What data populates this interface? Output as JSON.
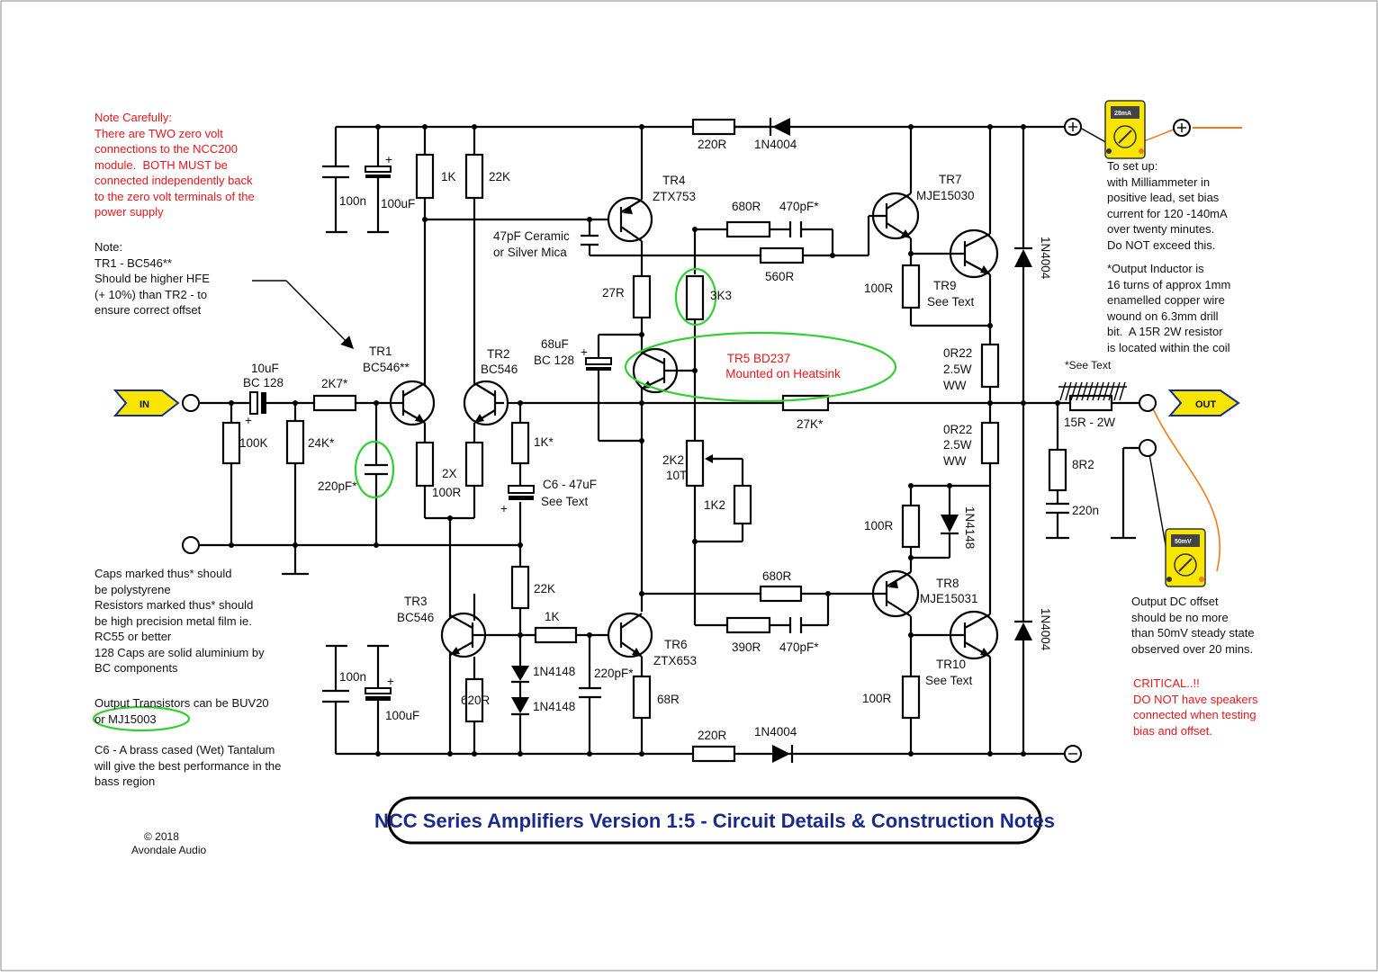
{
  "title": "NCC Series Amplifiers Version 1:5 - Circuit Details & Construction Notes",
  "copyright": {
    "line1": "© 2018",
    "line2": "Avondale Audio"
  },
  "notes": {
    "zero_volt": "Note Carefully:\nThere are TWO zero volt\nconnections to the NCC200\nmodule.  BOTH MUST be\nconnected independently back\nto the zero volt terminals of the\npower supply",
    "tr1": "Note:\nTR1 - BC546**\nShould be higher HFE\n(+ 10%) than TR2 - to\nensure correct offset",
    "caps": "Caps marked thus* should\nbe polystyrene\nResistors marked thus* should\nbe high precision metal film ie.\nRC55 or better\n128 Caps are solid aluminium by\nBC components",
    "output_transistors": "Output Transistors can be BUV20\nor MJ15003",
    "c6": "C6 - A brass cased (Wet) Tantalum\nwill give the best performance in the\nbass region",
    "setup": "To set up:\nwith Milliammeter in\npositive lead, set bias\ncurrent for 120 -140mA\nover twenty minutes.\nDo NOT exceed this.",
    "inductor": "*Output Inductor is\n16 turns of approx 1mm\nenamelled copper wire\nwound on 6.3mm drill\nbit.  A 15R 2W resistor\nis located within the coil",
    "offset": "Output DC offset\nshould be no more\nthan 50mV steady state\nobserved over 20 mins.",
    "critical": "CRITICAL..!!\nDO NOT have speakers\nconnected when testing\nbias and offset."
  },
  "io": {
    "in": "IN",
    "out": "OUT"
  },
  "meters": {
    "top": "28mA",
    "bottom": "50mV"
  },
  "labels": {
    "c100n_top": "100n",
    "c100uf_top": "100uF",
    "r1k": "1K",
    "r22k": "22K",
    "tr4": "TR4",
    "tr4_type": "ZTX753",
    "r220_top": "220R",
    "d_top": "1N4004",
    "cap47_l1": "47pF Ceramic",
    "cap47_l2": "or Silver Mica",
    "r680_top": "680R",
    "c470_top": "470pF*",
    "r560": "560R",
    "tr7": "TR7",
    "tr7_type": "MJE15030",
    "tr9": "TR9",
    "tr9_note": "See Text",
    "r100_tr9": "100R",
    "d_right_top": "1N4004",
    "r27": "27R",
    "r3k3": "3K3",
    "c68_l1": "68uF",
    "c68_l2": "BC 128",
    "tr5_l1": "TR5 BD237",
    "tr5_l2": "Mounted on Heatsink",
    "r0r22_top_l1": "0R22",
    "r0r22_top_l2": "2.5W",
    "r0r22_top_l3": "WW",
    "c10_l1": "10uF",
    "c10_l2": "BC 128",
    "r2k7": "2K7*",
    "tr1": "TR1",
    "tr1_type": "BC546**",
    "tr2": "TR2",
    "tr2_type": "BC546",
    "r100k": "100K",
    "r24k": "24K*",
    "c220pf_in": "220pF*",
    "r2x": "2X",
    "r100r_pair": "100R",
    "r1k_star": "1K*",
    "c6_l1": "C6 - 47uF",
    "c6_l2": "See Text",
    "r27k": "27K*",
    "pot2k2_l1": "2K2",
    "pot2k2_l2": "10T",
    "r1k2": "1K2",
    "see_text": "*See Text",
    "r15": "15R - 2W",
    "r0r22_bot_l1": "0R22",
    "r0r22_bot_l2": "2.5W",
    "r0r22_bot_l3": "WW",
    "r8r2": "8R2",
    "c220n": "220n",
    "r100_d": "100R",
    "d1n4148_r": "1N4148",
    "tr8": "TR8",
    "tr8_type": "MJE15031",
    "tr3": "TR3",
    "tr3_type": "BC546",
    "r22k_b": "22K",
    "r1k_b": "1K",
    "d1n4148_a": "1N4148",
    "d1n4148_b": "1N4148",
    "c220pf_b": "220pF*",
    "tr6": "TR6",
    "tr6_type": "ZTX653",
    "r68": "68R",
    "r620": "620R",
    "r680_b": "680R",
    "r390": "390R",
    "c470_b": "470pF*",
    "tr10": "TR10",
    "tr10_note": "See Text",
    "r100_tr10": "100R",
    "d_right_bot": "1N4004",
    "c100n_bot": "100n",
    "c100uf_bot": "100uF",
    "r220_bot": "220R",
    "d_bot": "1N4004"
  }
}
